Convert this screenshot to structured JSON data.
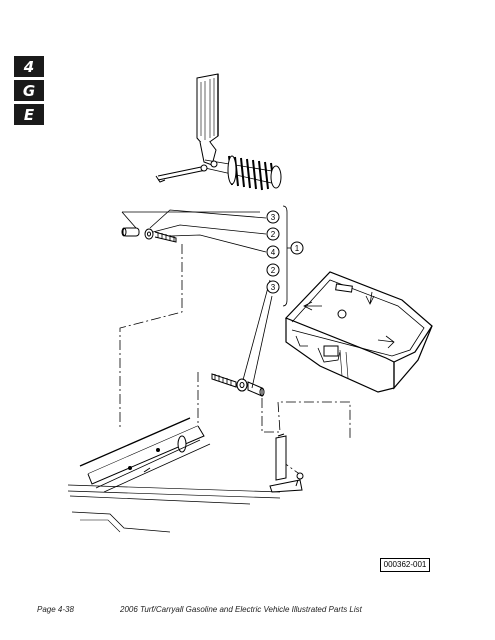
{
  "section_tabs": [
    "4",
    "G",
    "E"
  ],
  "callouts": {
    "top_3": "3",
    "top_2": "2",
    "mid_4": "4",
    "main_1": "1",
    "low_2": "2",
    "low_3": "3"
  },
  "figure_number": "000362-001",
  "footer": {
    "page": "Page 4-38",
    "title": "2006 Turf/Carryall Gasoline and Electric Vehicle Illustrated Parts List"
  }
}
